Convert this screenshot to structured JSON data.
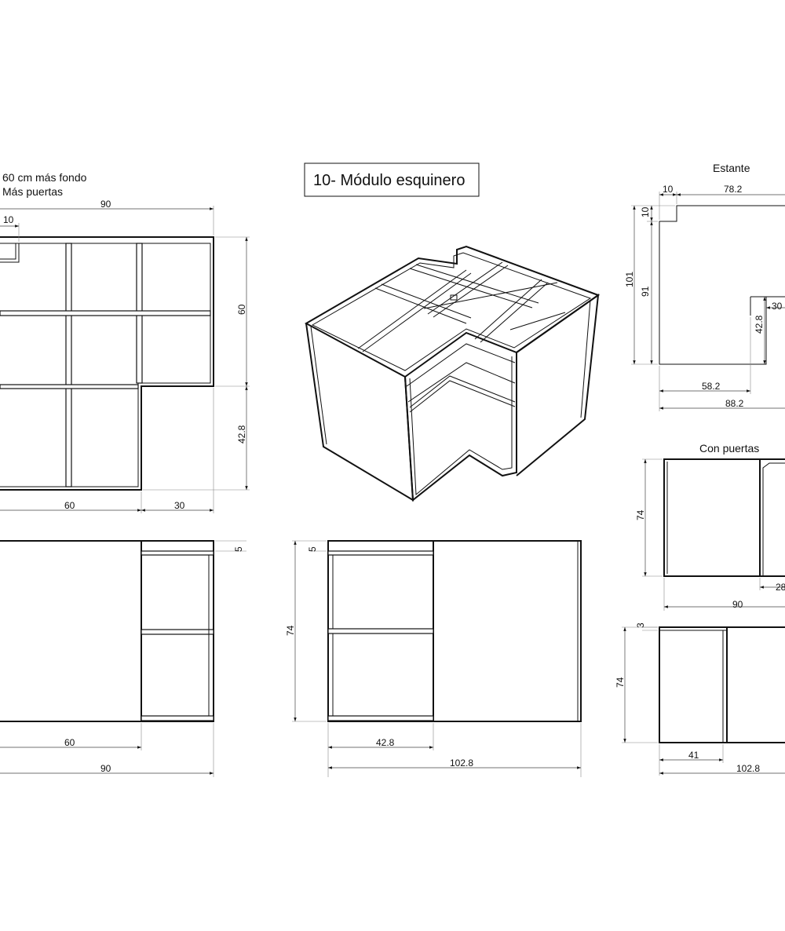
{
  "notes": {
    "line1": "60 cm más fondo",
    "line2": "Más puertas"
  },
  "title": "10- Módulo esquinero",
  "headings": {
    "shelf": "Estante",
    "doors": "Con puertas"
  },
  "dims": {
    "plan_total_width": "90",
    "plan_notch": "10",
    "plan_depth_top": "60",
    "plan_depth_bottom": "42.8",
    "plan_bottom_60": "60",
    "plan_bottom_30": "30",
    "front_top": "5",
    "front_60": "60",
    "front_90": "90",
    "mid_top": "5",
    "mid_height": "74",
    "mid_42_8": "42.8",
    "mid_102_8": "102.8",
    "shelf_10_h": "10",
    "shelf_78_2": "78.2",
    "shelf_10_v": "10",
    "shelf_101": "101",
    "shelf_91": "91",
    "shelf_30": "30",
    "shelf_42_8": "42.8",
    "shelf_58_2": "58.2",
    "shelf_88_2": "88.2",
    "doors_74": "74",
    "doors_28": "28",
    "doors_90": "90",
    "side_3": "3",
    "side_74": "74",
    "side_41": "41",
    "side_102_8": "102.8"
  }
}
